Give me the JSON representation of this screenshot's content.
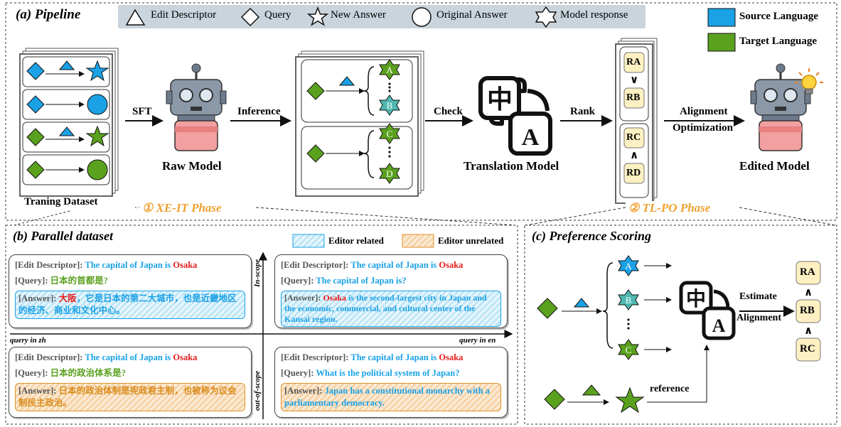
{
  "pipeline": {
    "title": "(a) Pipeline",
    "legend": [
      "Edit Descriptor",
      "Query",
      "New Answer",
      "Original Answer",
      "Model response"
    ],
    "lang_legend": [
      "Source Language",
      "Target Language"
    ],
    "training_label": "Traning Dataset",
    "sft": "SFT",
    "raw_model": "Raw Model",
    "inference": "Inference",
    "check": "Check",
    "translation_model": "Translation Model",
    "rank": "Rank",
    "alignment": "Alignment",
    "optimization": "Optimization",
    "edited_model": "Edited Model",
    "phase1": "① XE-IT Phase",
    "phase2": "② TL-PO Phase",
    "responses": [
      "A",
      "B",
      "C",
      "D"
    ],
    "ranks": [
      "RA",
      "RB",
      "RC",
      "RD"
    ],
    "compare": [
      "∨",
      "∧"
    ]
  },
  "parallel": {
    "title": "(b) Parallel dataset",
    "legend_related": "Editor related",
    "legend_unrelated": "Editor unrelated",
    "in_scope": "In-scope",
    "out_of_scope": "out-of-scope",
    "query_zh": "query in zh",
    "query_en": "query in en",
    "desc_label": "[Edit Descriptor]:",
    "desc_text": "The capital of Japan is",
    "desc_red": "Osaka",
    "query_label": "[Query]:",
    "answer_label": "[Answer]:",
    "q1": "日本的首都是?",
    "a1_red": "大阪",
    "a1": "，它是日本的第二大城市，也是近畿地区的经济、商业和文化中心。",
    "q2": "The capital of Japan is?",
    "a2_red": "Osaka",
    "a2": " is the second-largest city in Japan and the economic, commercial, and cultural center of the Kansai region.",
    "q3": "日本的政治体系是?",
    "a3": "日本的政治体制是宪政君主制，也被称为议会制民主政治。",
    "q4": "What is the political system of Japan?",
    "a4": "Japan has a constitutional monarchy with a parliamentary democracy."
  },
  "scoring": {
    "title": "(c) Preference Scoring",
    "responses": [
      "A",
      "B",
      "C"
    ],
    "estimate": "Estimate",
    "alignment": "Alignment",
    "reference": "reference",
    "ranks": [
      "RA",
      "RB",
      "RC"
    ],
    "compare": "∧"
  },
  "colors": {
    "source": "#1aa1e6",
    "target": "#5aa11e",
    "response_teal": "#4fb8b0",
    "rank_fill": "#fdf0c2",
    "phase": "#f0a030",
    "legend_bg": "#c9d4dc"
  }
}
